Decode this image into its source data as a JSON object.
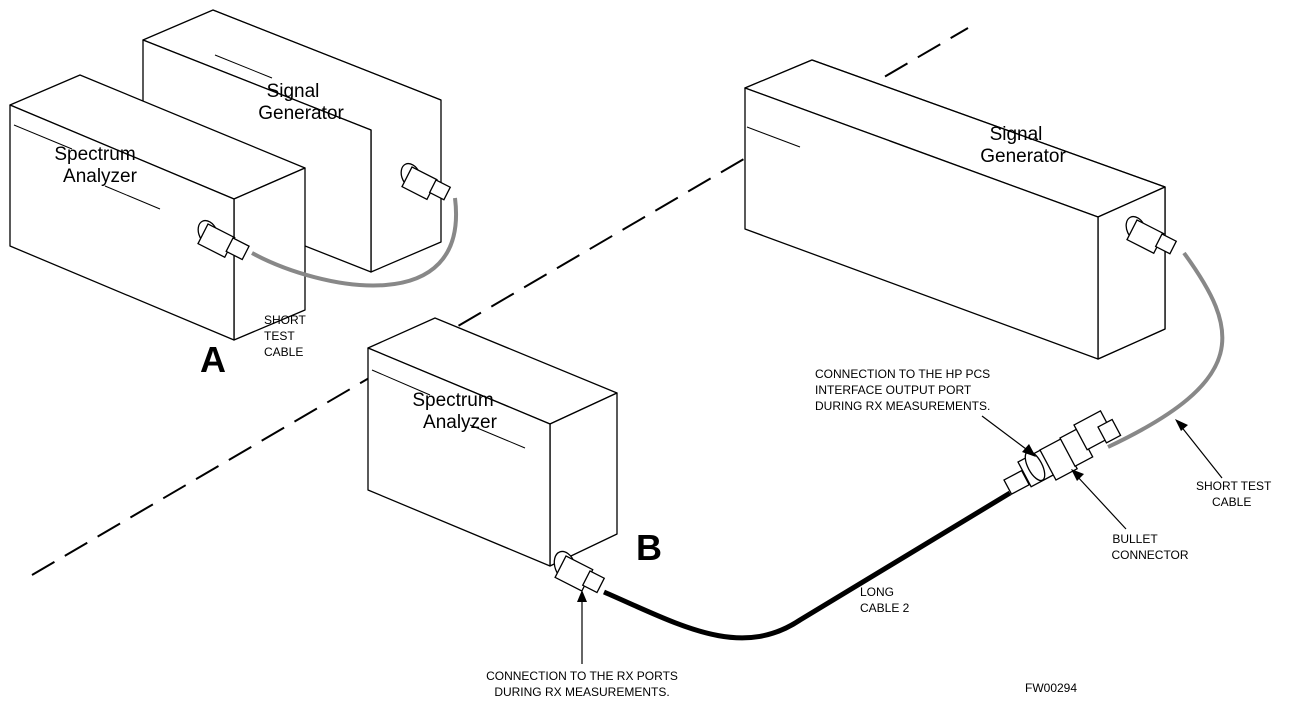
{
  "panel_a": {
    "letter": "A",
    "generator_label": [
      "Signal",
      "Generator"
    ],
    "analyzer_label": [
      "Spectrum",
      "Analyzer"
    ],
    "cable_label": [
      "SHORT",
      "TEST",
      "CABLE"
    ]
  },
  "panel_b": {
    "letter": "B",
    "generator_label": [
      "Signal",
      "Generator"
    ],
    "analyzer_label": [
      "Spectrum",
      "Analyzer"
    ],
    "hp_note": [
      "CONNECTION TO THE HP PCS",
      "INTERFACE OUTPUT PORT",
      "DURING RX MEASUREMENTS."
    ],
    "short_cable_label": [
      "SHORT TEST",
      "CABLE"
    ],
    "bullet_label": [
      "BULLET",
      "CONNECTOR"
    ],
    "long_cable_label": [
      "LONG",
      "CABLE 2"
    ],
    "rx_note": [
      "CONNECTION TO THE RX PORTS",
      "DURING RX MEASUREMENTS."
    ]
  },
  "figure_id": "FW00294",
  "colors": {
    "short_cable": "#888888",
    "long_cable": "#000000",
    "line": "#000000"
  }
}
